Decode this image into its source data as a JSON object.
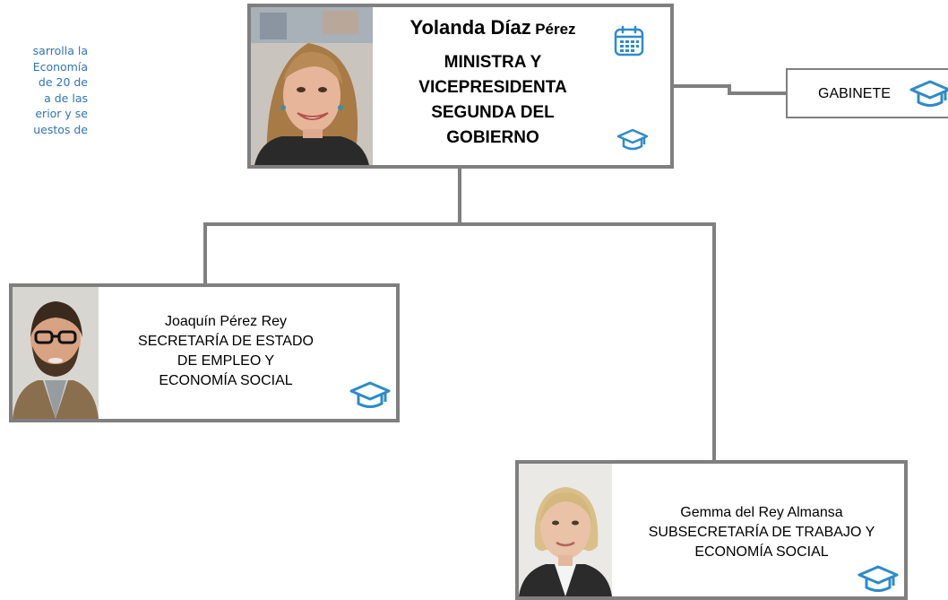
{
  "description": {
    "lines": [
      "sarrolla la",
      "Economía",
      "de 20 de",
      "a de las",
      "erior y se",
      "uestos de"
    ]
  },
  "minister": {
    "first_name": "Yolanda Díaz",
    "last_name": "Pérez",
    "title_lines": [
      "MINISTRA Y",
      "VICEPRESIDENTA",
      "SEGUNDA DEL",
      "GOBIERNO"
    ]
  },
  "gabinete": {
    "label": "GABINETE"
  },
  "secretaria": {
    "lines": [
      "Joaquín Pérez Rey",
      "SECRETARÍA DE ESTADO",
      "DE EMPLEO Y",
      "ECONOMÍA SOCIAL"
    ]
  },
  "subsecretaria": {
    "lines": [
      "Gemma del Rey Almansa",
      "SUBSECRETARÍA DE TRABAJO Y",
      "ECONOMÍA SOCIAL"
    ]
  },
  "colors": {
    "connector": "#7f7f7f",
    "icon": "#2e8bc9",
    "description_text": "#2e75b6"
  },
  "icons": {
    "calendar": "calendar-icon",
    "cap": "graduation-cap-icon"
  }
}
